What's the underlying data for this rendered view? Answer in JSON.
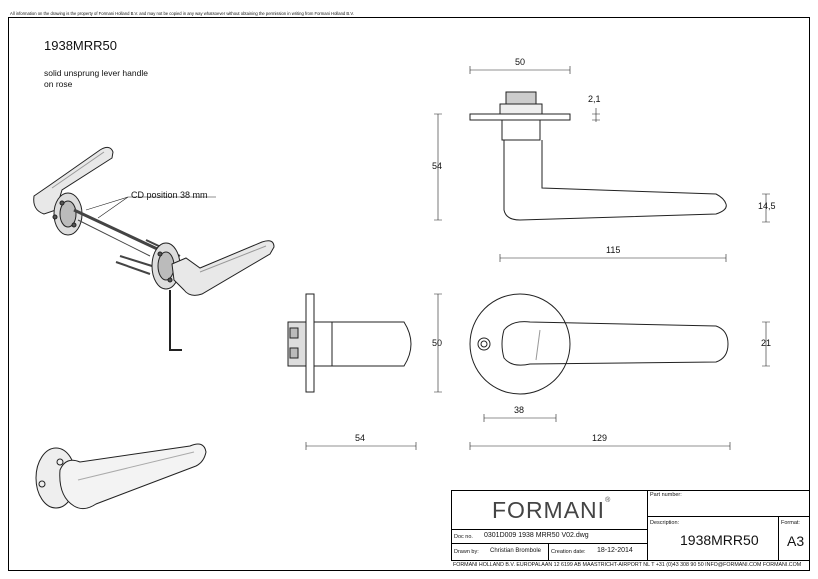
{
  "disclaimer": "All information on the drawing is the property of Formani Holland B.V. and may not be copied in any way whatsoever without obtaining the permission in writing from Formani Holland B.V.",
  "title": "1938MRR50",
  "description": [
    "solid unsprung lever handle",
    "on rose"
  ],
  "cd_label": "CD position 38 mm",
  "dimensions": {
    "top_width": "50",
    "rose_thickness": "2,1",
    "height": "54",
    "lever_thickness": "14,5",
    "lever_length": "115",
    "side_diameter": "50",
    "side_projection": "54",
    "front_lever_width": "21",
    "front_cd": "38",
    "front_total": "129"
  },
  "titleblock": {
    "brand": "FORMANI",
    "reg": "®",
    "doc_no_label": "Doc no.",
    "doc_no": "0301D009 1938 MRR50 V02.dwg",
    "drawn_by_label": "Drawn by:",
    "drawn_by": "Christian Brombole",
    "creation_date_label": "Creation date:",
    "creation_date": "18-12-2014",
    "part_number_label": "Part number:",
    "description_label": "Description:",
    "description": "1938MRR50",
    "format_label": "Format:",
    "format": "A3",
    "footer": "FORMANI HOLLAND B.V.  EUROPALAAN 12  6199 AB MAASTRICHT-AIRPORT NL  T +31 (0)43 308 90 50 INFO@FORMANI.COM FORMANI.COM"
  }
}
